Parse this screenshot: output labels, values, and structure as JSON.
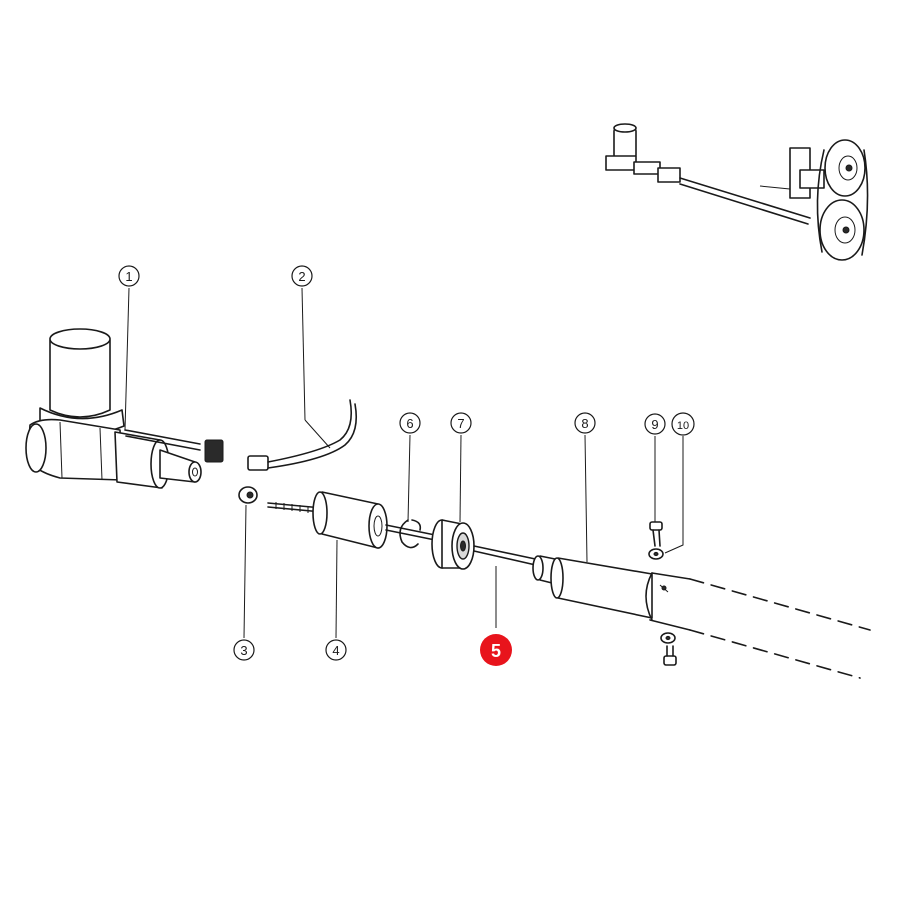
{
  "callouts": [
    {
      "id": "1",
      "label": "1"
    },
    {
      "id": "2",
      "label": "2"
    },
    {
      "id": "3",
      "label": "3"
    },
    {
      "id": "4",
      "label": "4"
    },
    {
      "id": "5",
      "label": "5",
      "highlighted": true
    },
    {
      "id": "6",
      "label": "6"
    },
    {
      "id": "7",
      "label": "7"
    },
    {
      "id": "8",
      "label": "8"
    },
    {
      "id": "9",
      "label": "9"
    },
    {
      "id": "10",
      "label": "10"
    }
  ],
  "colors": {
    "highlight": "#e8141c",
    "line": "#1a1a1a",
    "background": "#ffffff"
  }
}
